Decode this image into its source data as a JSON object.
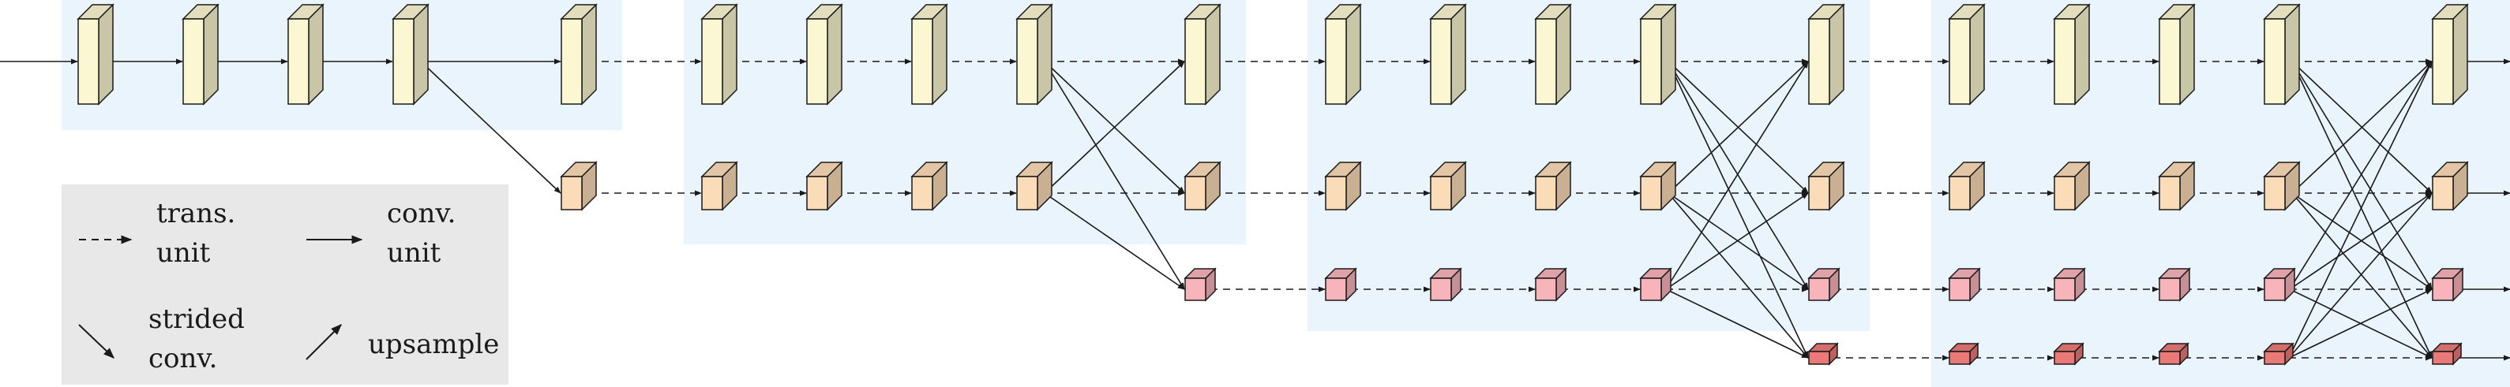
{
  "colors": {
    "stage_background": "#eaf4fc",
    "legend_background": "#e8e8e8",
    "block_stream_1": "#fbf7d2",
    "block_stream_2": "#fbdcb8",
    "block_stream_3": "#f7b4bb",
    "block_stream_4": "#ea7a78",
    "line": "#1a1a1a"
  },
  "legend": {
    "trans_unit": {
      "line1": "trans.",
      "line2": "unit",
      "icon": "dashed-arrow"
    },
    "conv_unit": {
      "line1": "conv.",
      "line2": "unit",
      "icon": "solid-arrow"
    },
    "strided_conv": {
      "line1": "strided",
      "line2": "conv.",
      "icon": "diagonal-down-arrow"
    },
    "upsample": {
      "line1": "upsample",
      "icon": "diagonal-up-arrow"
    }
  }
}
